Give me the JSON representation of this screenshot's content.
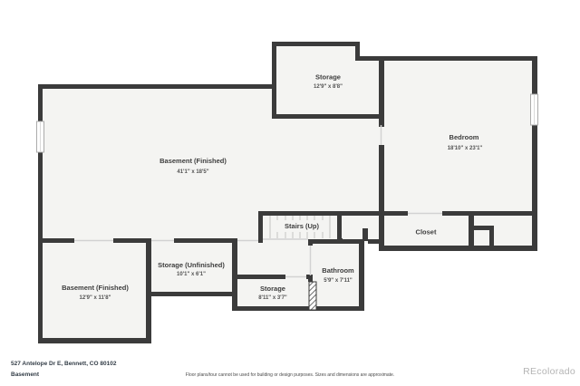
{
  "rooms": {
    "storage_top": {
      "name": "Storage",
      "dims": "12'9\" x 8'8\""
    },
    "bedroom": {
      "name": "Bedroom",
      "dims": "18'10\" x 23'1\""
    },
    "basement_main": {
      "name": "Basement (Finished)",
      "dims": "41'1\" x 18'5\""
    },
    "stairs": {
      "name": "Stairs (Up)"
    },
    "closet": {
      "name": "Closet"
    },
    "basement_small": {
      "name": "Basement (Finished)",
      "dims": "12'9\" x 11'8\""
    },
    "storage_unfinished": {
      "name": "Storage (Unfinished)",
      "dims": "10'1\" x 6'1\""
    },
    "storage_small": {
      "name": "Storage",
      "dims": "8'11\" x 3'7\""
    },
    "bathroom": {
      "name": "Bathroom",
      "dims": "5'9\" x 7'11\""
    }
  },
  "footer": {
    "address": "527 Antelope Dr E, Bennett, CO 80102",
    "floor_label": "Basement",
    "disclaimer": "Floor plans/tour cannot be used for building or design purposes. Sizes and dimensions are approximate.",
    "watermark": "REcolorado"
  },
  "colors": {
    "wall": "#3b3b3b",
    "floor": "#f4f4f2",
    "background": "#ffffff"
  }
}
